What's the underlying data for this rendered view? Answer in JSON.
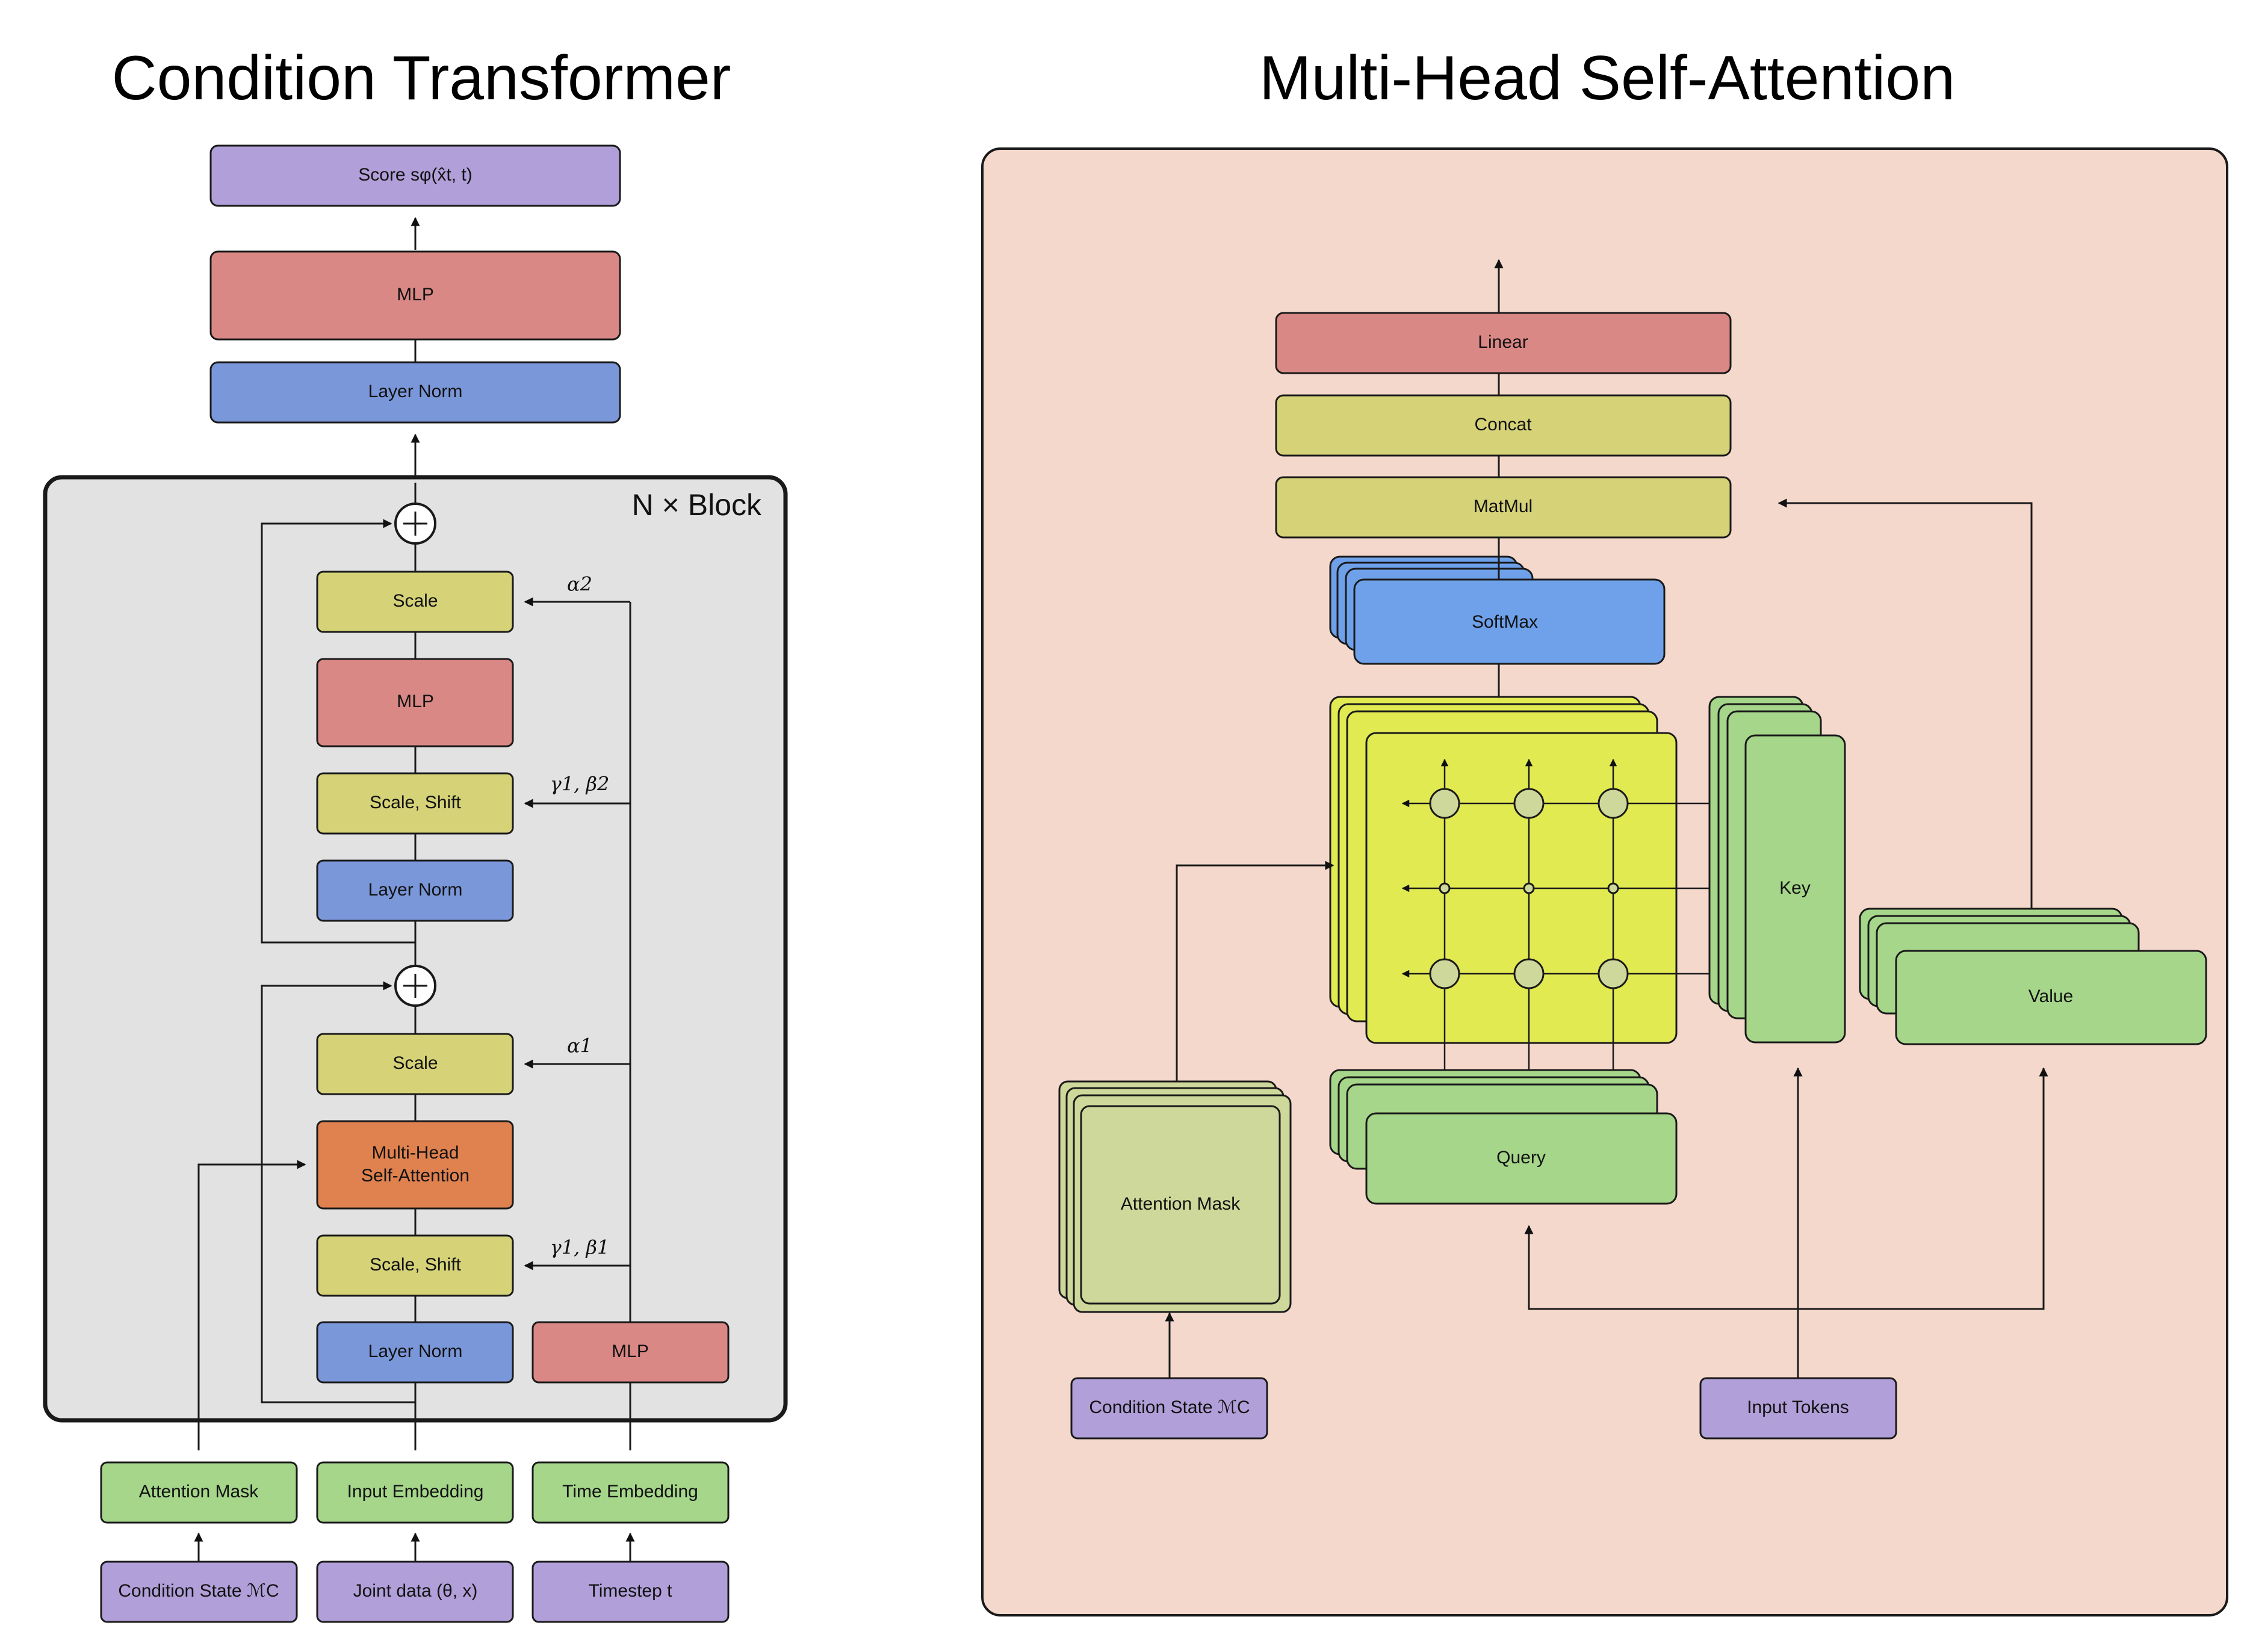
{
  "left": {
    "title": "Condition Transformer",
    "block_label": "N × Block",
    "score_label": "Score sφ(x̂t, t)",
    "top_mlp": "MLP",
    "top_layer_norm": "Layer Norm",
    "block": {
      "scale_2": "Scale",
      "mlp": "MLP",
      "scale_shift_2": "Scale, Shift",
      "layer_norm_2": "Layer Norm",
      "scale_1": "Scale",
      "mhsa_line1": "Multi-Head",
      "mhsa_line2": "Self-Attention",
      "scale_shift_1": "Scale, Shift",
      "layer_norm_1": "Layer Norm",
      "time_mlp": "MLP",
      "alpha2": "α2",
      "gamma1_beta2": "γ1, β2",
      "alpha1": "α1",
      "gamma1_beta1": "γ1, β1"
    },
    "embeddings": {
      "attention_mask": "Attention Mask",
      "input_embedding": "Input Embedding",
      "time_embedding": "Time Embedding"
    },
    "inputs": {
      "condition_state": "Condition State ℳC",
      "joint_data": "Joint data (θ, x)",
      "timestep": "Timestep t"
    }
  },
  "right": {
    "title": "Multi-Head Self-Attention",
    "linear": "Linear",
    "concat": "Concat",
    "matmul": "MatMul",
    "softmax": "SoftMax",
    "key": "Key",
    "value": "Value",
    "query": "Query",
    "attention_mask": "Attention Mask",
    "condition_state": "Condition State ℳC",
    "input_tokens": "Input Tokens"
  },
  "colors": {
    "purple": "#b09fd8",
    "red": "#d98885",
    "blue": "#7a97d9",
    "yellow": "#d6d278",
    "orange": "#e0824f",
    "green": "#a5d68a",
    "grey_panel": "#e2e2e2",
    "pink_panel": "#f5d8cc",
    "bright_yellow": "#e2ea52",
    "softmax_blue": "#6ea1ea",
    "mask_green": "#ced89a"
  }
}
